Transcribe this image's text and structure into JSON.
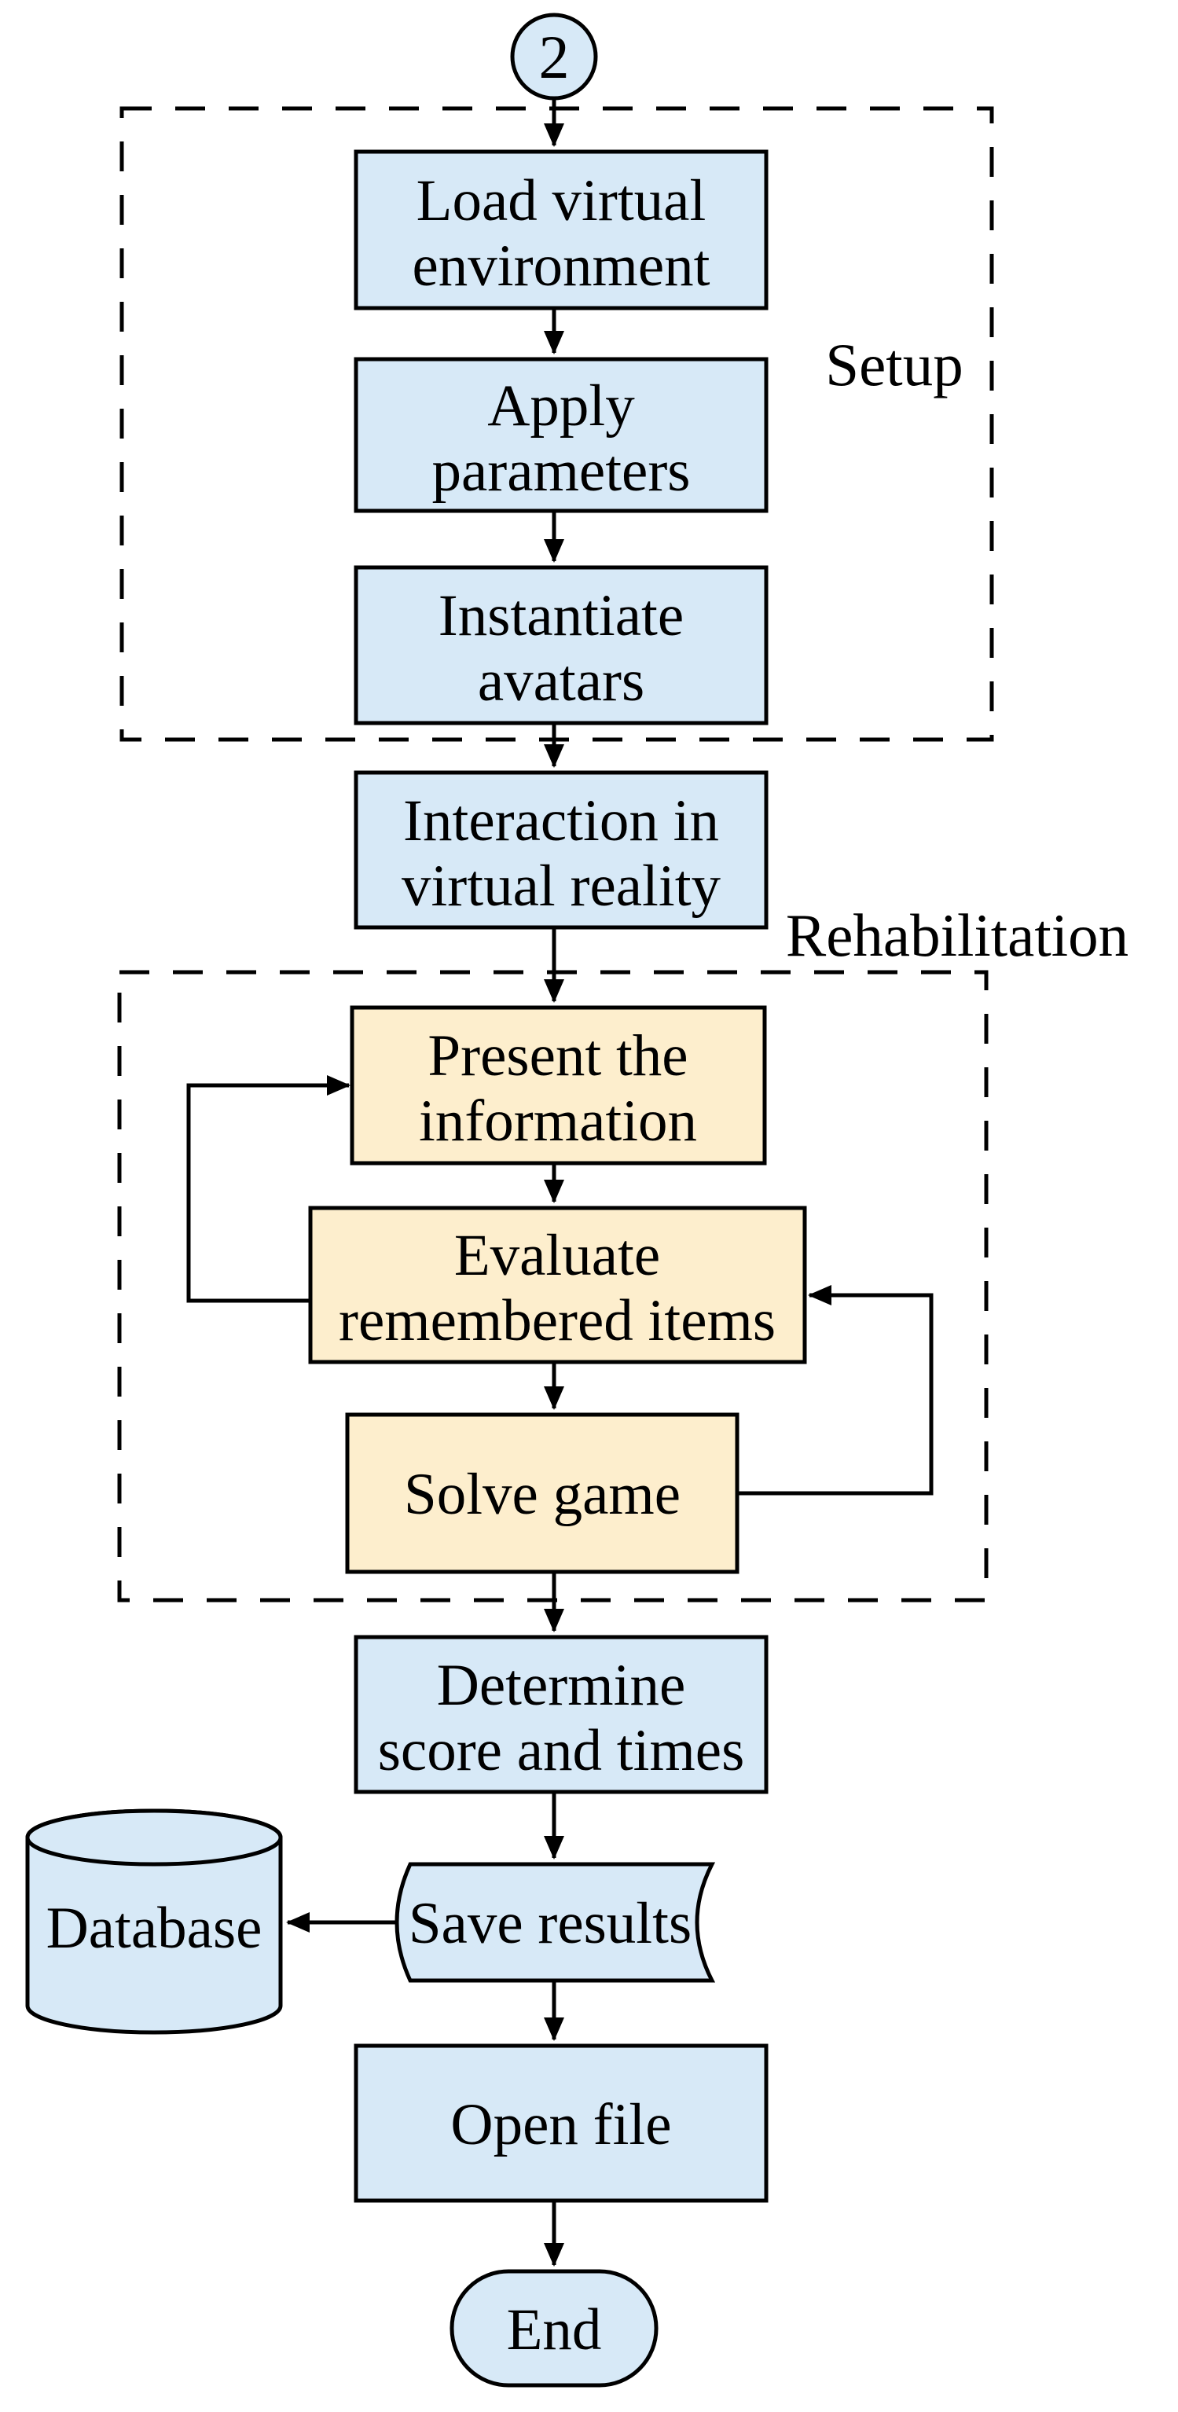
{
  "diagram": {
    "title_hint": "flowchart",
    "connector": {
      "number": "2"
    },
    "groups": [
      {
        "label": "Setup"
      },
      {
        "label": "Rehabilitation"
      }
    ],
    "nodes": {
      "load": {
        "line1": "Load virtual",
        "line2": "environment"
      },
      "apply": {
        "line1": "Apply",
        "line2": "parameters"
      },
      "instantiate": {
        "line1": "Instantiate",
        "line2": "avatars"
      },
      "interaction": {
        "line1": "Interaction in",
        "line2": "virtual reality"
      },
      "present": {
        "line1": "Present the",
        "line2": "information"
      },
      "evaluate": {
        "line1": "Evaluate",
        "line2": "remembered items"
      },
      "solve": {
        "label": "Solve game"
      },
      "determine": {
        "line1": "Determine",
        "line2": "score and times"
      },
      "save": {
        "label": "Save results"
      },
      "database": {
        "label": "Database"
      },
      "open": {
        "label": "Open file"
      },
      "end": {
        "label": "End"
      }
    },
    "colors": {
      "process_fill": "#d7e9f7",
      "rehab_fill": "#fdeecd",
      "stroke": "#000000",
      "background": "#ffffff"
    }
  }
}
